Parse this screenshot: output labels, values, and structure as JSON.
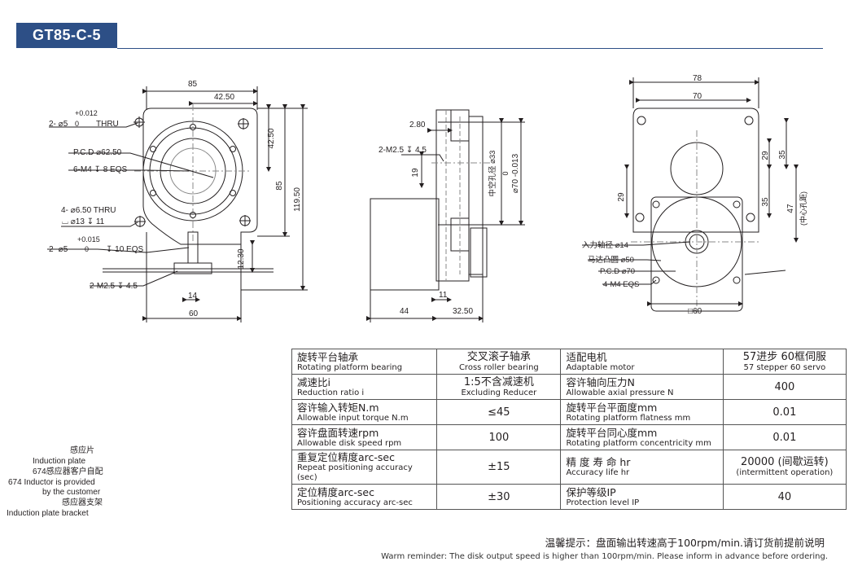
{
  "title": "GT85-C-5",
  "front_view": {
    "dims": [
      "85",
      "42.50",
      "42.50",
      "85",
      "119.50",
      "12.30",
      "14",
      "60"
    ],
    "callouts": {
      "hole1_a": "2- ⌀5",
      "hole1_tol_up": "+0.012",
      "hole1_tol_low": "0",
      "hole1_thru": "THRU",
      "pcd": "P.C.D ⌀62.50",
      "m4": "6-M4 ↧ 8 EQS",
      "hole4_a": "4- ⌀6.50 THRU",
      "hole4_b": "⌴ ⌀13 ↧ 11",
      "hole2_a": "2- ⌀5",
      "hole2_tol_up": "+0.015",
      "hole2_tol_low": "0",
      "hole2_eqs": "↧ 10 EQS",
      "m25": "2-M2.5 ↧ 4.5"
    }
  },
  "side_view": {
    "dims": [
      "2.80",
      "19",
      "11",
      "44",
      "32.50"
    ],
    "m25": "2-M2.5 ↧ 4.5",
    "bore_zh": "中空孔径 ⌀33",
    "bore_tol_up": "0",
    "bore_tol_low": "⌀70 -0.013"
  },
  "motor_view": {
    "dims": [
      "78",
      "70",
      "29",
      "35",
      "29",
      "35",
      "47",
      "□60"
    ],
    "center_zh": "(中心孔距)",
    "callouts": [
      "入力轴径 ⌀14",
      "马达凸圆 ⌀50",
      "P.C.D ⌀70",
      "4-M4 EQS"
    ]
  },
  "iso_view": {
    "labels": [
      "感应片",
      "Induction plate",
      "674感应器客户自配",
      "674 Inductor is provided",
      "by the customer",
      "感应器支架",
      "Induction plate bracket"
    ]
  },
  "spec_table": [
    {
      "l_zh": "旋转平台轴承",
      "l_en": "Rotating platform bearing",
      "v1_zh": "交叉滚子轴承",
      "v1_en": "Cross roller bearing",
      "r_zh": "适配电机",
      "r_en": "Adaptable motor",
      "v2_zh": "57进步 60框伺服",
      "v2_en": "57 stepper 60 servo"
    },
    {
      "l_zh": "减速比i",
      "l_en": "Reduction ratio i",
      "v1_zh": "1:5不含减速机",
      "v1_en": "Excluding Reducer",
      "r_zh": "容许轴向压力N",
      "r_en": "Allowable axial pressure N",
      "v2_zh": "400",
      "v2_en": ""
    },
    {
      "l_zh": "容许输入转矩N.m",
      "l_en": "Allowable input torque N.m",
      "v1_zh": "≤45",
      "v1_en": "",
      "r_zh": "旋转平台平面度mm",
      "r_en": "Rotating platform flatness mm",
      "v2_zh": "0.01",
      "v2_en": ""
    },
    {
      "l_zh": "容许盘面转速rpm",
      "l_en": "Allowable disk speed rpm",
      "v1_zh": "100",
      "v1_en": "",
      "r_zh": "旋转平台同心度mm",
      "r_en": "Rotating platform concentricity mm",
      "v2_zh": "0.01",
      "v2_en": ""
    },
    {
      "l_zh": "重复定位精度arc-sec",
      "l_en": "Repeat positioning accuracy (sec)",
      "v1_zh": "±15",
      "v1_en": "",
      "r_zh": "精 度 寿 命 hr",
      "r_en": "Accuracy life hr",
      "v2_zh": "20000 (间歇运转)",
      "v2_en": "(intermittent operation)"
    },
    {
      "l_zh": "定位精度arc-sec",
      "l_en": "Positioning accuracy arc-sec",
      "v1_zh": "±30",
      "v1_en": "",
      "r_zh": "保护等级IP",
      "r_en": "Protection level IP",
      "v2_zh": "40",
      "v2_en": ""
    }
  ],
  "reminder_zh": "温馨提示：盘面输出转速高于100rpm/min.请订货前提前说明",
  "reminder_en": "Warm reminder: The disk output speed is higher than 100rpm/min. Please inform in advance before ordering."
}
